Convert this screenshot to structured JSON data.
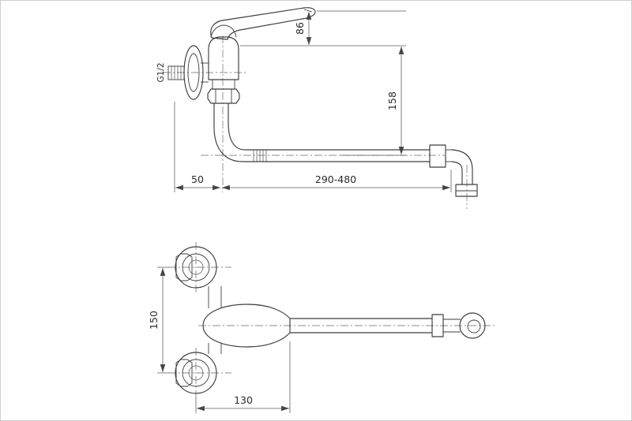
{
  "drawing": {
    "side_view": {
      "thread_label": "G1/2",
      "dim_handle_height": "86",
      "dim_spout_drop": "158",
      "dim_wall_offset": "50",
      "dim_spout_reach": "290-480"
    },
    "front_view": {
      "dim_flange_spacing": "150",
      "dim_center_width": "130"
    }
  }
}
